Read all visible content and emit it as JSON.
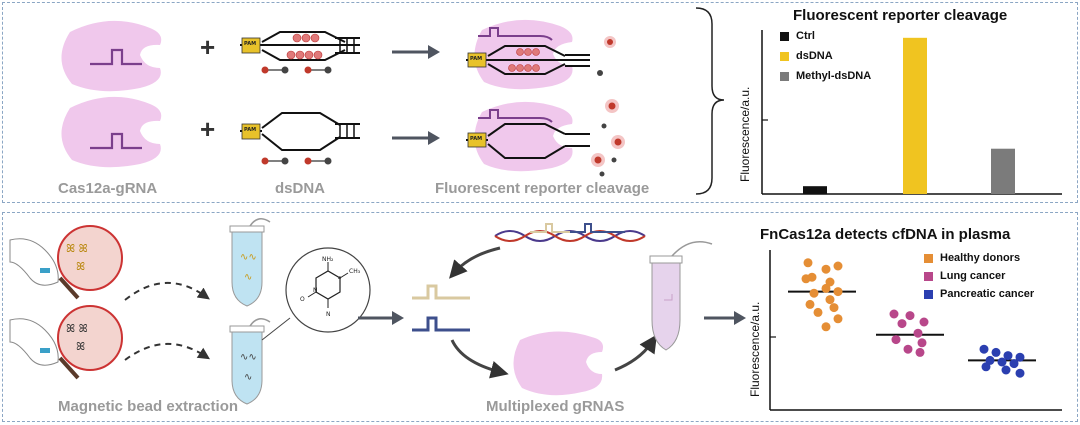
{
  "top": {
    "labels": {
      "cas12a": "Cas12a-gRNA",
      "dsdna": "dsDNA",
      "reporter": "Fluorescent reporter cleavage"
    },
    "pam_label": "PAM"
  },
  "bottom": {
    "labels": {
      "extraction": "Magnetic bead extraction",
      "multiplexed": "Multiplexed gRNAS"
    }
  },
  "colors": {
    "cas_pink": "#f0c8ec",
    "grna_purple": "#7b3f8c",
    "pam_yellow": "#e8c22a",
    "arrow_gray": "#4f5560",
    "ctrl": "#111111",
    "dsdna": "#f0c420",
    "methyl": "#7b7b7b",
    "healthy": "#e58e35",
    "lung": "#b8478a",
    "pancreatic": "#2b3fb0",
    "panel_border": "#8ba6c4"
  },
  "chart_data": [
    {
      "type": "bar",
      "title": "Fluorescent reporter cleavage",
      "ylabel": "Fluorescence/a.u.",
      "xlabel": "",
      "categories": [
        "Ctrl",
        "dsDNA",
        "Methyl-dsDNA"
      ],
      "values": [
        0.05,
        1.0,
        0.29
      ],
      "colors": [
        "#111111",
        "#f0c420",
        "#7b7b7b"
      ],
      "ylim": [
        0,
        1.05
      ],
      "legend": [
        "Ctrl",
        "dsDNA",
        "Methyl-dsDNA"
      ],
      "legend_position": "top-left",
      "grid": false
    },
    {
      "type": "scatter",
      "title": "FnCas12a detects cfDNA in plasma",
      "ylabel": "Fluorescence/a.u.",
      "xlabel": "",
      "categories": [
        "Healthy donors",
        "Lung cancer",
        "Pancreatic cancer"
      ],
      "series": [
        {
          "name": "Healthy donors",
          "color": "#e58e35",
          "values": [
            0.92,
            0.88,
            0.9,
            0.83,
            0.8,
            0.82,
            0.76,
            0.74,
            0.73,
            0.69,
            0.66,
            0.64,
            0.61,
            0.57,
            0.52
          ],
          "mean": 0.74
        },
        {
          "name": "Lung cancer",
          "color": "#b8478a",
          "values": [
            0.6,
            0.59,
            0.55,
            0.54,
            0.48,
            0.44,
            0.42,
            0.38,
            0.36
          ],
          "mean": 0.47
        },
        {
          "name": "Pancreatic cancer",
          "color": "#2b3fb0",
          "values": [
            0.38,
            0.36,
            0.34,
            0.33,
            0.31,
            0.3,
            0.29,
            0.27,
            0.25,
            0.23
          ],
          "mean": 0.31
        }
      ],
      "legend_position": "top-right",
      "grid": false
    }
  ]
}
